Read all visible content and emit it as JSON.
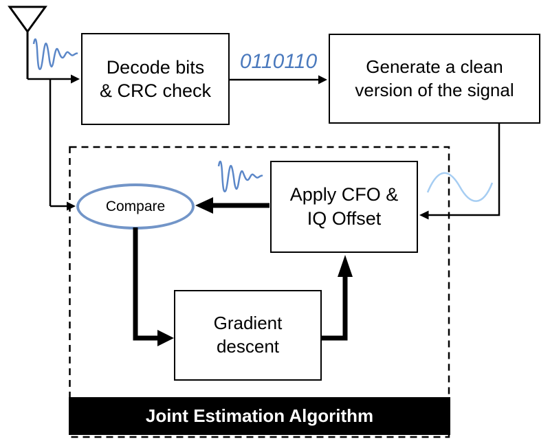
{
  "diagram": {
    "nodes": {
      "decode": {
        "label": "Decode bits\n& CRC check"
      },
      "generate": {
        "label": "Generate a clean\nversion of the signal"
      },
      "apply": {
        "label": "Apply CFO &\nIQ Offset"
      },
      "gradient": {
        "label": "Gradient\ndescent"
      },
      "compare": {
        "label": "Compare"
      }
    },
    "annotations": {
      "bits": "0110110"
    },
    "banner": {
      "label": "Joint Estimation Algorithm"
    },
    "colors": {
      "line_black": "#000000",
      "signal_blue": "#5b87c8",
      "clean_signal_blue": "#a6cdf2",
      "compare_stroke": "#7295c8",
      "bits_blue": "#4a79bd",
      "banner_bg": "#000000",
      "banner_text": "#ffffff"
    },
    "icons": {
      "antenna": "antenna-icon",
      "received_wave": "received-signal-waveform-icon",
      "distorted_wave": "distorted-signal-waveform-icon",
      "clean_sine": "clean-signal-sine-icon"
    }
  }
}
